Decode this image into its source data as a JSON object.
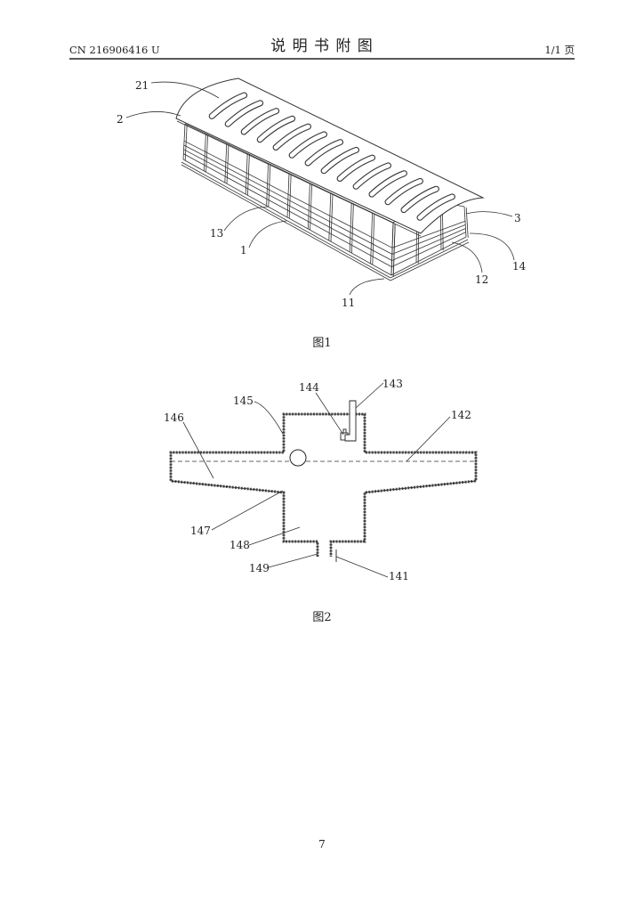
{
  "header": {
    "doc_number": "CN 216906416 U",
    "section_title": "说 明 书 附 图",
    "page_count": "1/1 页"
  },
  "figure_1": {
    "caption": "图1",
    "labels": {
      "n21": "21",
      "n2": "2",
      "n3": "3",
      "n13": "13",
      "n1": "1",
      "n14": "14",
      "n12": "12",
      "n11": "11"
    }
  },
  "figure_2": {
    "caption": "图2",
    "labels": {
      "n144": "144",
      "n143": "143",
      "n145": "145",
      "n146": "146",
      "n142": "142",
      "n147": "147",
      "n148": "148",
      "n149": "149",
      "n141": "141"
    }
  },
  "footer": {
    "page_number": "7"
  }
}
